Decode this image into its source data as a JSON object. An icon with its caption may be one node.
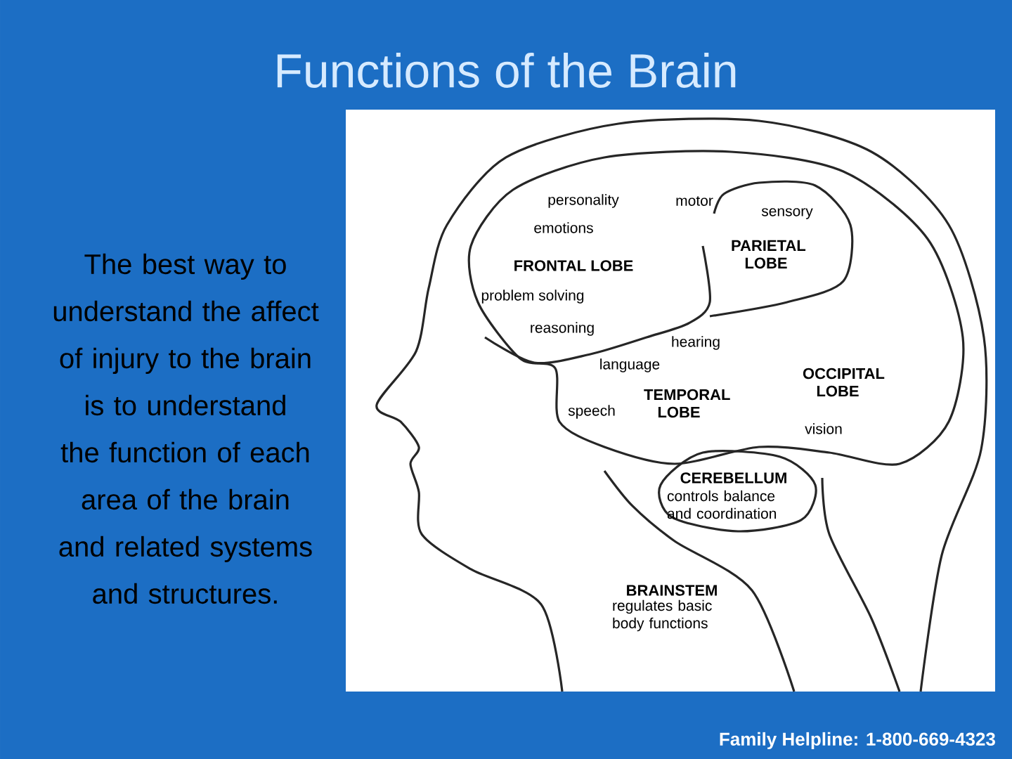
{
  "diagram": {
    "title": "Functions of the Brain",
    "labels": [
      "The best way to understand the affect of injury to the brain is to understand the function of each area of the brain and related systems and structures.",
      "personality",
      "motor",
      "sensory",
      "emotions",
      "PARIETAL LOBE",
      "FRONTAL LOBE",
      "problem solving",
      "reasoning",
      "hearing",
      "language",
      "OCCIPITAL LOBE",
      "TEMPORAL LOBE",
      "speech",
      "vision",
      "CEREBELLUM",
      "controls balance and coordination",
      "BRAINSTEM",
      "regulates basic body functions",
      "Family Helpline: 1-800-669-4323"
    ]
  }
}
